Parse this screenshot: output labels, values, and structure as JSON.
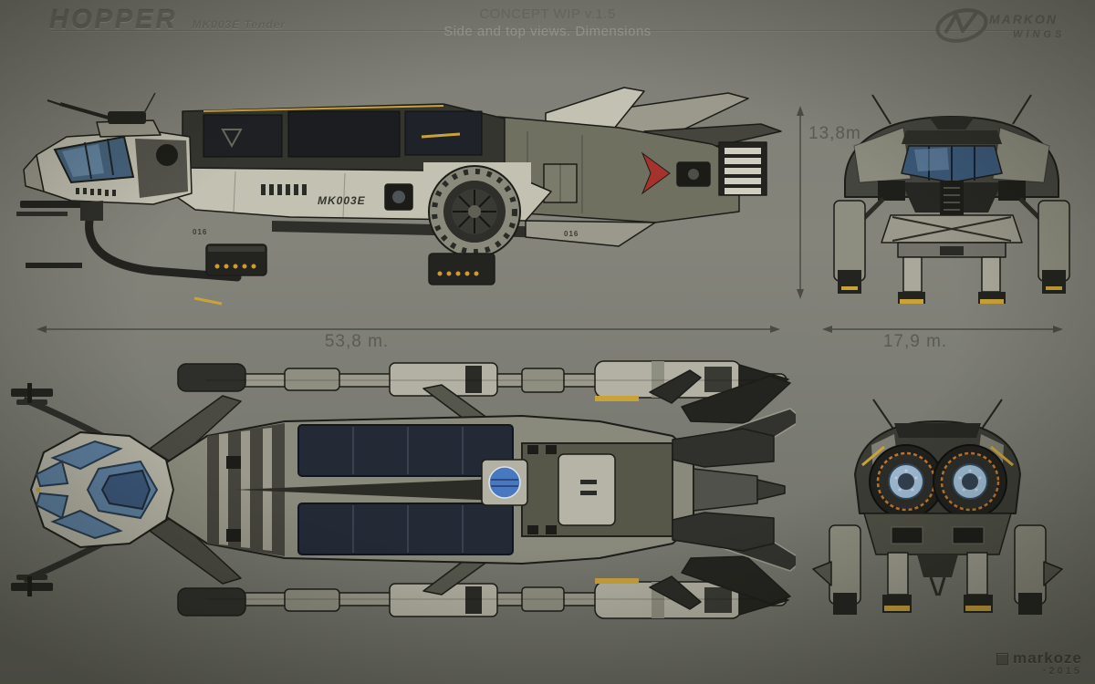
{
  "header": {
    "title": "HOPPER",
    "subtitle": "MK003E Tender",
    "concept_line1": "CONCEPT WIP v.1.5",
    "concept_line2": "Side and top views. Dimensions"
  },
  "logo": {
    "line1": "MARKON",
    "line2": "WINGS"
  },
  "dimensions": {
    "height_label": "13,8m",
    "length_label": "53,8 m.",
    "width_label": "17,9 m."
  },
  "ship": {
    "side_marking": "MK003E",
    "hull_number_front": "016",
    "hull_number_rear": "016"
  },
  "signature": {
    "artist": "markoze",
    "year": "·2015"
  },
  "palette": {
    "background_top": "#7e7e76",
    "background_bottom": "#6e6f66",
    "hull_light": "#c2c1b2",
    "hull_dark": "#35352f",
    "hull_charcoal": "#23231f",
    "olive": "#6f7060",
    "canopy_glass_blue": "#5d7fa0",
    "dome_blue": "#4878c0",
    "accent_yellow": "#c9a23a",
    "accent_red": "#a5322c",
    "engine_ring_orange": "#c07830",
    "engine_core_blue": "#9fbcd4",
    "dimension_text": "#5b5b53"
  }
}
